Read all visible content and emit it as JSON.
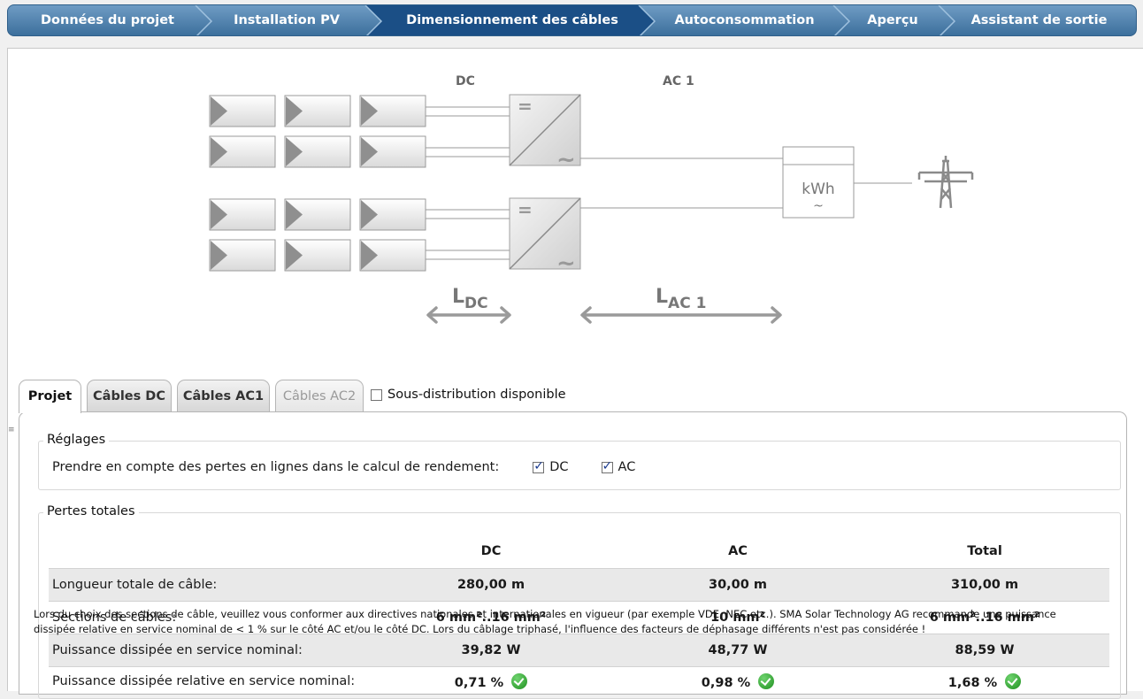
{
  "wizard": {
    "steps": [
      {
        "label": "Données du projet",
        "active": false
      },
      {
        "label": "Installation PV",
        "active": false
      },
      {
        "label": "Dimensionnement des câbles",
        "active": true
      },
      {
        "label": "Autoconsommation",
        "active": false
      },
      {
        "label": "Aperçu",
        "active": false
      },
      {
        "label": "Assistant de sortie",
        "active": false
      }
    ],
    "colors": {
      "inactive": "#4f80ad",
      "active": "#1b4f86"
    }
  },
  "diagram": {
    "dc_label": "DC",
    "ac_label": "AC 1",
    "meter_label": "kWh",
    "meter_symbol": "~",
    "inverter_dc_symbol": "=",
    "inverter_ac_symbol": "~",
    "ldc": {
      "main": "L",
      "sub": "DC"
    },
    "lac": {
      "main": "L",
      "sub": "AC 1"
    },
    "icons": [
      "pv-module-icon",
      "inverter-icon",
      "energy-meter-icon",
      "power-pylon-icon"
    ]
  },
  "tabs": [
    {
      "label": "Projet",
      "state": "active"
    },
    {
      "label": "Câbles DC",
      "state": "normal"
    },
    {
      "label": "Câbles AC1",
      "state": "normal"
    },
    {
      "label": "Câbles AC2",
      "state": "disabled"
    }
  ],
  "subdistribution": {
    "label": "Sous-distribution disponible",
    "checked": false
  },
  "settings": {
    "title": "Réglages",
    "prompt": "Prendre en compte des pertes en lignes dans le calcul de rendement:",
    "dc": {
      "label": "DC",
      "checked": true
    },
    "ac": {
      "label": "AC",
      "checked": true
    }
  },
  "losses": {
    "title": "Pertes totales",
    "columns": [
      "DC",
      "AC",
      "Total"
    ],
    "rows": [
      {
        "label": "Longueur totale de câble:",
        "dc": "280,00 m",
        "ac": "30,00 m",
        "total": "310,00 m"
      },
      {
        "label": "Sections de câbles:",
        "dc": "6 mm²..16 mm²",
        "ac": "10 mm²",
        "total": "6 mm²..16 mm²"
      },
      {
        "label": "Puissance dissipée en service nominal:",
        "dc": "39,82 W",
        "ac": "48,77 W",
        "total": "88,59 W"
      },
      {
        "label": "Puissance dissipée relative en service nominal:",
        "dc": "0,71 %",
        "ac": "0,98 %",
        "total": "1,68 %"
      }
    ],
    "status_icon": "check-ok-icon",
    "status_color": "#2a9a2a"
  },
  "footnote": "Lors du choix des sections de câble, veuillez vous conformer aux directives nationales et internationales en vigueur (par exemple VDE, NEC etc.). SMA Solar Technology AG recommande une puissance dissipée relative en service nominal de < 1 % sur le côté AC et/ou le côté DC. Lors du câblage triphasé, l'influence des facteurs de déphasage différents n'est pas considérée !"
}
